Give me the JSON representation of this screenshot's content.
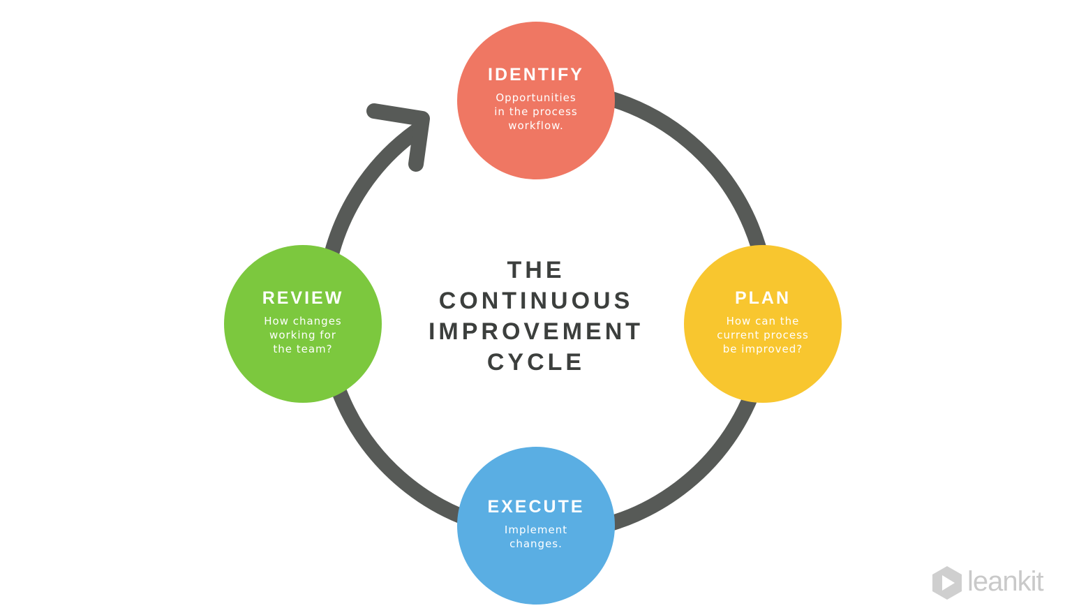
{
  "diagram": {
    "center_title": "THE\nCONTINUOUS\nIMPROVEMENT\nCYCLE",
    "ring_color": "#575a57",
    "steps": [
      {
        "id": "identify",
        "title": "IDENTIFY",
        "description": "Opportunities\nin the process\nworkflow.",
        "color": "#ef7763"
      },
      {
        "id": "plan",
        "title": "PLAN",
        "description": "How can the\ncurrent process\nbe improved?",
        "color": "#f8c62f"
      },
      {
        "id": "execute",
        "title": "EXECUTE",
        "description": "Implement\nchanges.",
        "color": "#5aaee3"
      },
      {
        "id": "review",
        "title": "REVIEW",
        "description": "How changes\nworking for\nthe team?",
        "color": "#7cc83e"
      }
    ]
  },
  "brand": {
    "name": "leankit",
    "icon": "leankit-logo-icon",
    "color": "#c9c9c9"
  }
}
